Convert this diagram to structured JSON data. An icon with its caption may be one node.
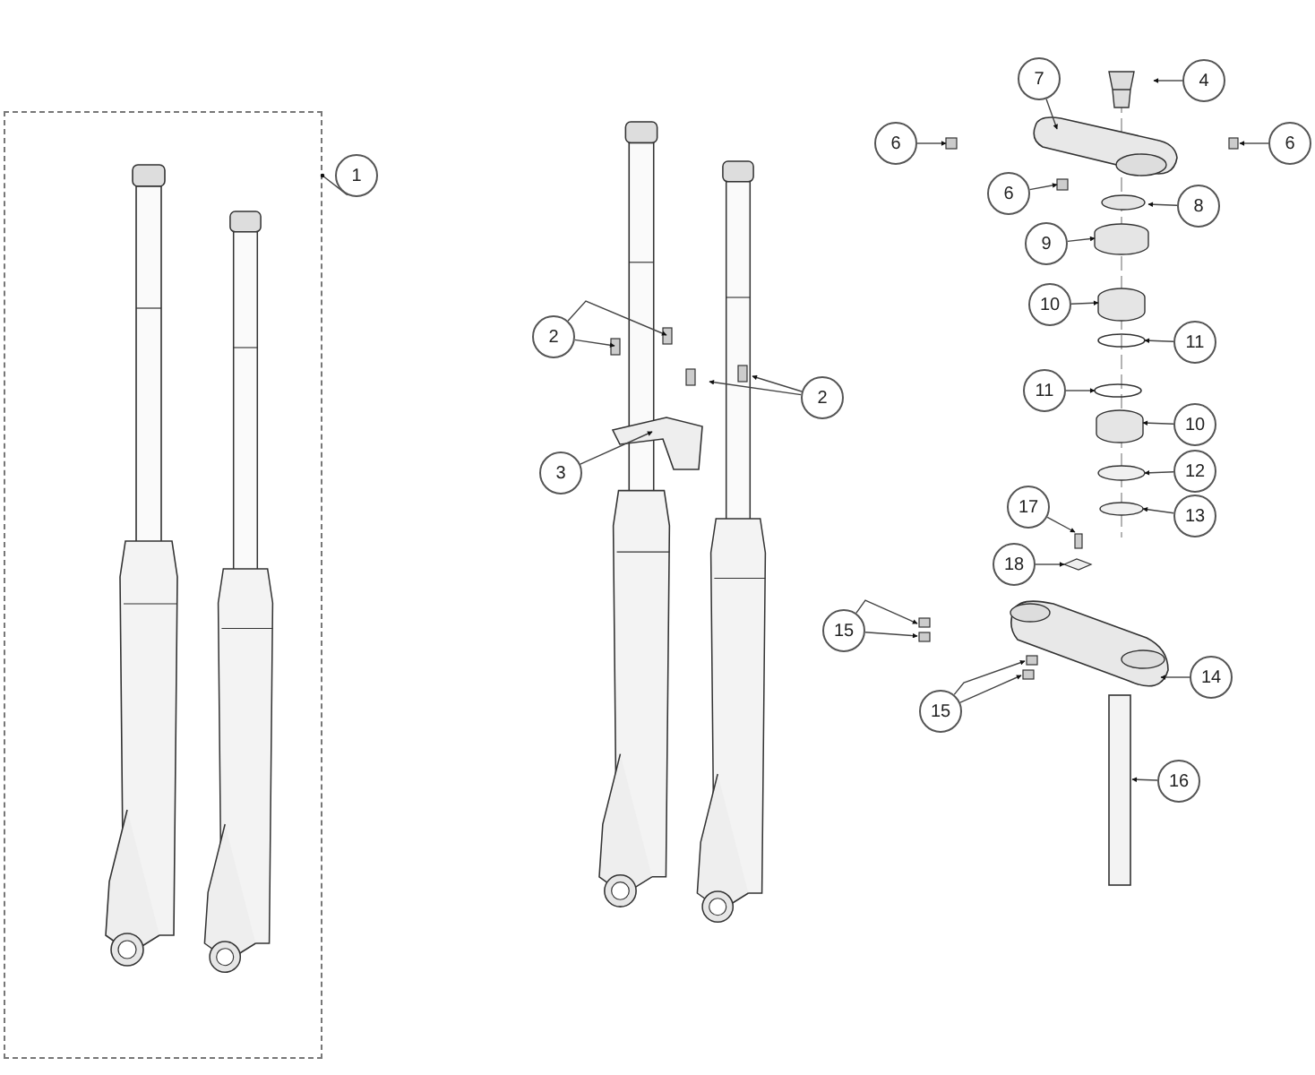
{
  "diagram": {
    "nodes": [
      {
        "text": [
          "7"
        ]
      },
      {
        "text": [
          "4"
        ]
      },
      {
        "text": [
          "6"
        ]
      },
      {
        "text": [
          "6"
        ]
      },
      {
        "text": [
          "1"
        ]
      },
      {
        "text": [
          "6"
        ]
      },
      {
        "text": [
          "8"
        ]
      },
      {
        "text": [
          "9"
        ]
      },
      {
        "text": [
          "10"
        ]
      },
      {
        "text": [
          "2"
        ]
      },
      {
        "text": [
          "11"
        ]
      },
      {
        "text": [
          "11"
        ]
      },
      {
        "text": [
          "2"
        ]
      },
      {
        "text": [
          "10"
        ]
      },
      {
        "text": [
          "3"
        ]
      },
      {
        "text": [
          "12"
        ]
      },
      {
        "text": [
          "13"
        ]
      },
      {
        "text": [
          "17"
        ]
      },
      {
        "text": [
          "18"
        ]
      },
      {
        "text": [
          "15"
        ]
      },
      {
        "text": [
          "14"
        ]
      },
      {
        "text": [
          "15"
        ]
      },
      {
        "text": [
          "16"
        ]
      },
      {
        "text": [],
        "shape": "box"
      }
    ],
    "edges": [
      {
        "from": 0,
        "to": null,
        "arrow": "to"
      },
      {
        "from": 1,
        "to": null,
        "arrow": "to"
      },
      {
        "from": 2,
        "to": null,
        "arrow": "to"
      },
      {
        "from": 3,
        "to": null,
        "arrow": "to"
      },
      {
        "from": 4,
        "to": 23,
        "arrow": "other"
      },
      {
        "from": 5,
        "to": null,
        "arrow": "to"
      },
      {
        "from": 6,
        "to": null,
        "arrow": "to"
      },
      {
        "from": 7,
        "to": null,
        "arrow": "to"
      },
      {
        "from": 8,
        "to": null,
        "arrow": "to"
      },
      {
        "from": 9,
        "to": null,
        "arrow": "to"
      },
      {
        "from": 9,
        "to": null,
        "arrow": "to"
      },
      {
        "from": 10,
        "to": null,
        "arrow": "to"
      },
      {
        "from": 11,
        "to": null,
        "arrow": "to"
      },
      {
        "from": 12,
        "to": null,
        "arrow": "to"
      },
      {
        "from": 12,
        "to": null,
        "arrow": "to"
      },
      {
        "from": 13,
        "to": null,
        "arrow": "to"
      },
      {
        "from": 14,
        "to": null,
        "arrow": "to"
      },
      {
        "from": 15,
        "to": null,
        "arrow": "to"
      },
      {
        "from": 16,
        "to": null,
        "arrow": "to"
      },
      {
        "from": 17,
        "to": null,
        "arrow": "to"
      },
      {
        "from": 18,
        "to": null,
        "arrow": "to"
      },
      {
        "from": 19,
        "to": null,
        "arrow": "to"
      },
      {
        "from": 19,
        "to": null,
        "arrow": "to"
      },
      {
        "from": 20,
        "to": null,
        "arrow": "to"
      },
      {
        "from": 21,
        "to": null,
        "arrow": "to"
      },
      {
        "from": 21,
        "to": null,
        "arrow": "to"
      },
      {
        "from": 22,
        "to": null,
        "arrow": "to"
      }
    ]
  }
}
